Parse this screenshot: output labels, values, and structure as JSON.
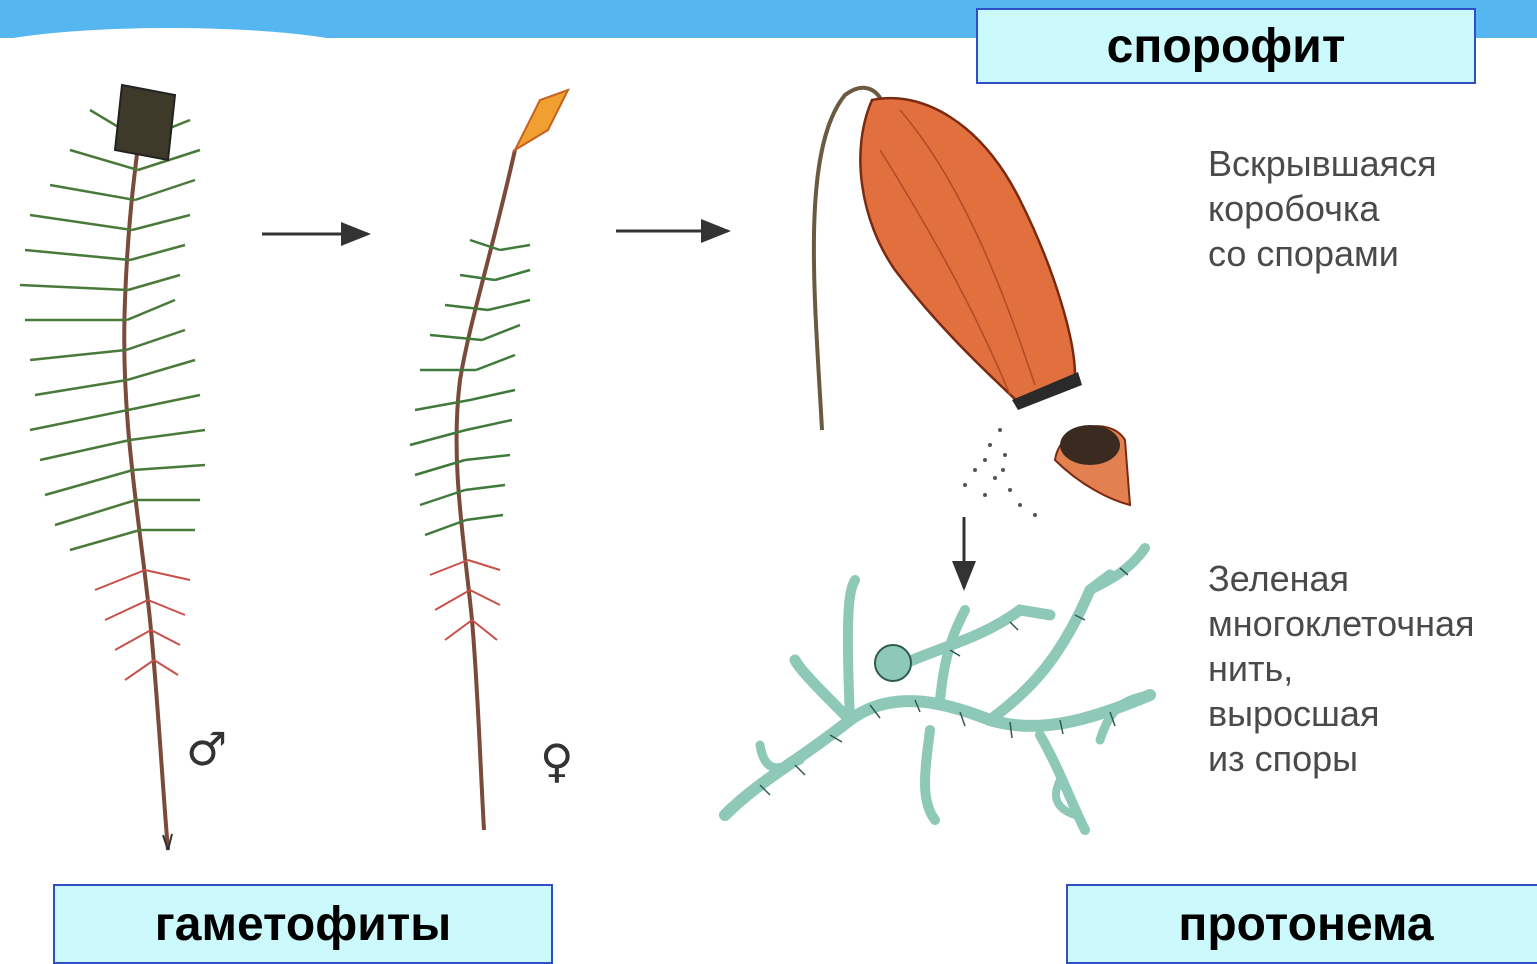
{
  "labels": {
    "sporophyte": "спорофит",
    "gametophytes": "гаметофиты",
    "protonema": "протонема"
  },
  "captions": {
    "capsule": [
      "Вскрывшаяся",
      "коробочка",
      "со спорами"
    ],
    "protonema": [
      "Зеленая",
      "многоклеточная",
      "нить,",
      "выросшая",
      "из споры"
    ]
  },
  "symbols": {
    "male": "♂",
    "female": "♀"
  },
  "colors": {
    "header_bar": "#56b7f0",
    "box_fill": "#ccfafc",
    "box_border": "#2e4fc7",
    "moss_green": "#3f7a3a",
    "moss_red": "#c8504a",
    "capsule_orange": "#e2703f",
    "protonema_teal": "#8ec9b8"
  }
}
